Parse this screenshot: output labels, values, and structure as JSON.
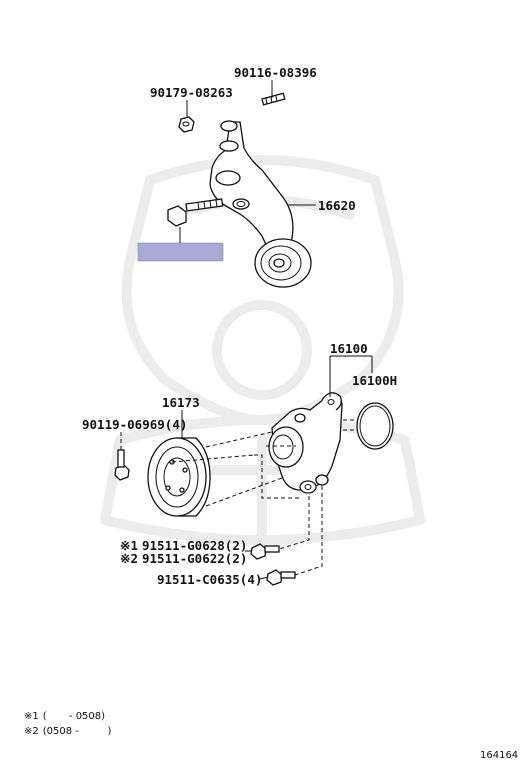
{
  "part_numbers": {
    "bolt_top": "90116-08396",
    "nut_top": "90179-08263",
    "tensioner": "16620",
    "water_pump_assy": "16100",
    "gasket": "16100H",
    "pulley": "16173",
    "pulley_bolt": "90119-06969",
    "pulley_bolt_qty": "(4)",
    "pump_bolt_a": "91511-G0628",
    "pump_bolt_a_qty": "(2)",
    "pump_bolt_b": "91511-G0622",
    "pump_bolt_b_qty": "(2)",
    "pump_bolt_c": "91511-C0635",
    "pump_bolt_c_qty": "(4)"
  },
  "marks": {
    "mark1": "※1",
    "mark2": "※2"
  },
  "footnotes": {
    "note1_mark": "※1",
    "note1_text": "(       - 0508)",
    "note2_mark": "※2",
    "note2_text": "(0508 -         )"
  },
  "figure_id": "164164",
  "highlight_color": "#a9a9d8"
}
